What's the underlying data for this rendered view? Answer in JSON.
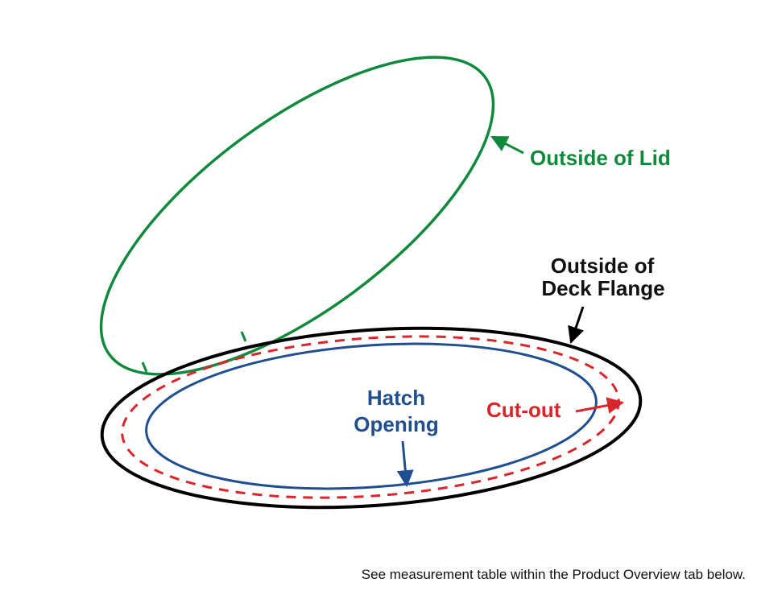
{
  "colors": {
    "lid": "#0f8a3c",
    "flange": "#000000",
    "cutout": "#d9262a",
    "opening": "#1f4f8f",
    "text": "#111111"
  },
  "labels": {
    "lid": "Outside of Lid",
    "flange_line1": "Outside of",
    "flange_line2": "Deck Flange",
    "cutout": "Cut-out",
    "opening_line1": "Hatch",
    "opening_line2": "Opening"
  },
  "footnote": "See measurement table within the Product Overview tab below."
}
